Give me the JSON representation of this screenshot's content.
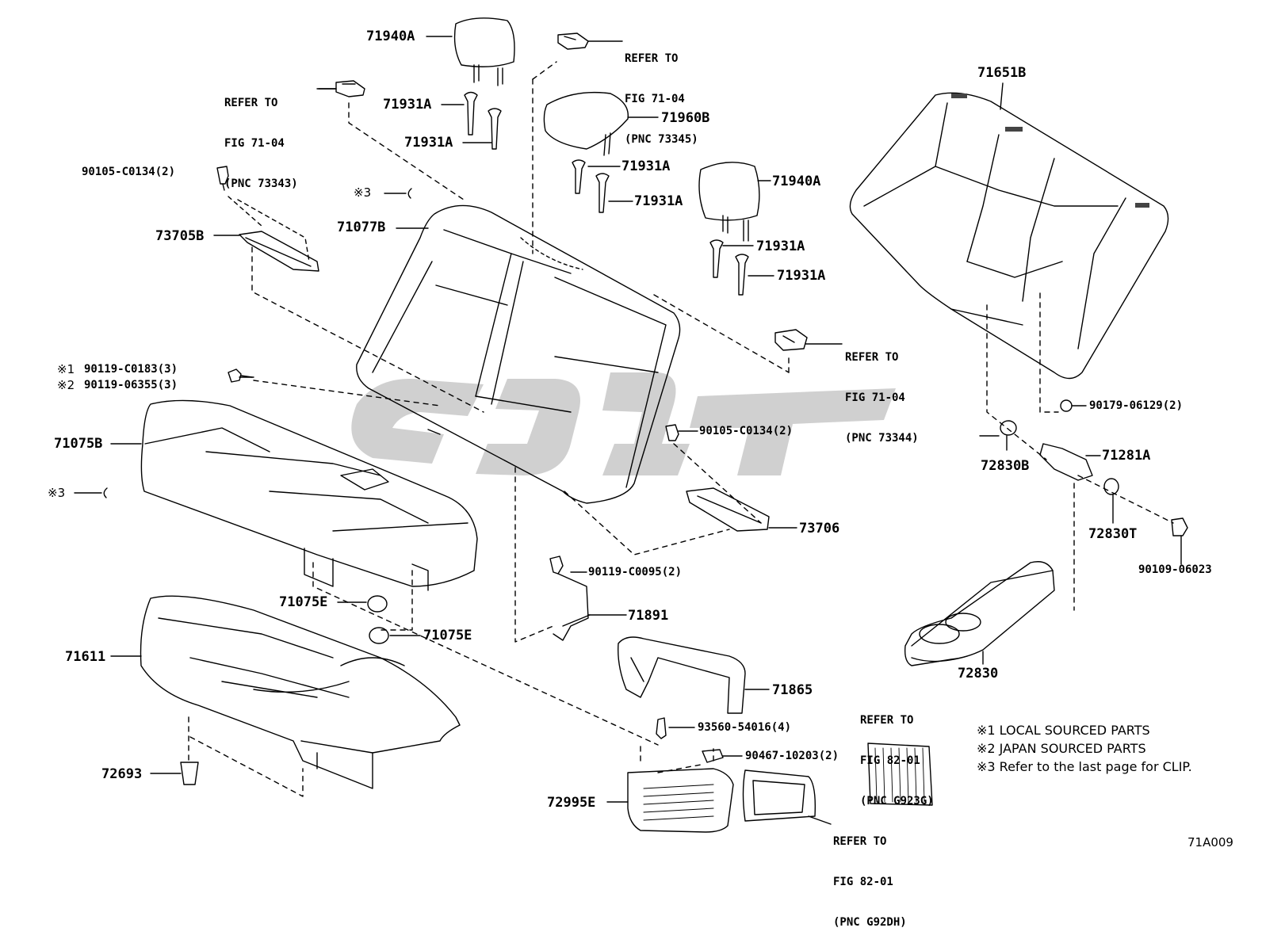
{
  "parts": {
    "p71940A_top": "71940A",
    "p71931A_1": "71931A",
    "p71931A_2": "71931A",
    "p71960B": "71960B",
    "p71931A_3": "71931A",
    "p71931A_4": "71931A",
    "p71940A_right": "71940A",
    "p71931A_5": "71931A",
    "p71931A_6": "71931A",
    "p71651B": "71651B",
    "p90105_left": "90105-C0134(2)",
    "p73705B": "73705B",
    "p71077B": "71077B",
    "p90119_c0183": "90119-C0183(3)",
    "p90119_06355": "90119-06355(3)",
    "p71075B": "71075B",
    "p90105_mid": "90105-C0134(2)",
    "p90179": "90179-06129(2)",
    "p72830B": "72830B",
    "p71281A": "71281A",
    "p73706": "73706",
    "p72830T": "72830T",
    "p90109": "90109-06023",
    "p90119_c0095": "90119-C0095(2)",
    "p71075E_1": "71075E",
    "p71891": "71891",
    "p71075E_2": "71075E",
    "p71611": "71611",
    "p72830": "72830",
    "p71865": "71865",
    "p93560": "93560-54016(4)",
    "p90467": "90467-10203(2)",
    "p72693": "72693",
    "p72995E": "72995E"
  },
  "marks": {
    "m1": "※1",
    "m2": "※2",
    "m3a": "※3",
    "m3b": "※3"
  },
  "refs": {
    "r73343": [
      "REFER TO",
      "FIG 71-04",
      "(PNC 73343)"
    ],
    "r73345": [
      "REFER TO",
      "FIG 71-04",
      "(PNC 73345)"
    ],
    "r73344": [
      "REFER TO",
      "FIG 71-04",
      "(PNC 73344)"
    ],
    "rG923G": [
      "REFER TO",
      "FIG 82-01",
      "(PNC G923G)"
    ],
    "rG92DH": [
      "REFER TO",
      "FIG 82-01",
      "(PNC G92DH)"
    ]
  },
  "legend": {
    "l1": "※1 LOCAL SOURCED PARTS",
    "l2": "※2 JAPAN SOURCED PARTS",
    "l3": "※3 Refer to the last page for CLIP."
  },
  "figure_id": "71A009"
}
